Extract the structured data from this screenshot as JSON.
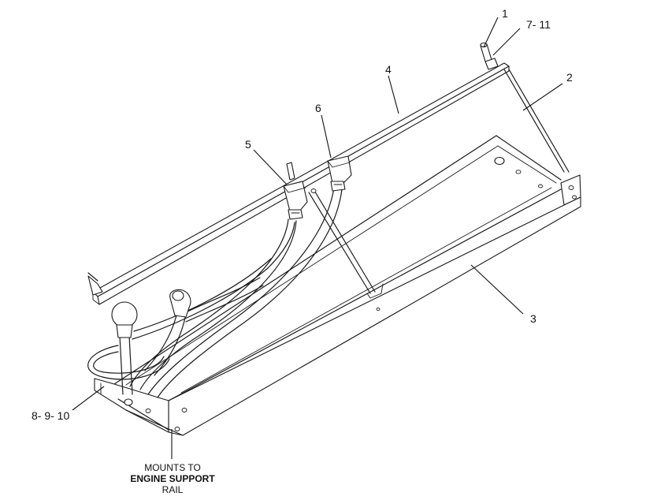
{
  "callouts": {
    "c1": "1",
    "c7_11": "7- 11",
    "c4": "4",
    "c2": "2",
    "c6": "6",
    "c5": "5",
    "c3": "3",
    "c8_9_10": "8- 9- 10"
  },
  "note": {
    "line1": "MOUNTS TO",
    "line2": "ENGINE SUPPORT",
    "line3": "RAIL"
  }
}
